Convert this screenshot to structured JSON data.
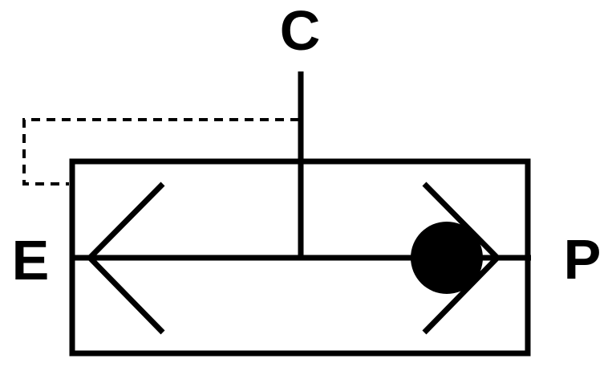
{
  "diagram": {
    "type": "pneumatic-valve-schematic",
    "component": "quick-exhaust-valve-symbol",
    "ports": {
      "control": {
        "label": "C",
        "position": "top"
      },
      "exhaust": {
        "label": "E",
        "position": "left"
      },
      "pressure": {
        "label": "P",
        "position": "right"
      }
    },
    "elements": {
      "valve_body": "rectangular-enclosure",
      "pilot_line": "dashed-pilot-connection-from-control-line-to-body",
      "check_valve": "ball-seated-in-right-chevron",
      "exhaust_arrow": "left-pointing-chevron"
    },
    "icons": [
      {
        "name": "check-valve-ball-icon",
        "shape": "filled-circle"
      },
      {
        "name": "exhaust-arrow-icon",
        "shape": "left-chevron"
      },
      {
        "name": "check-seat-icon",
        "shape": "right-chevron"
      }
    ]
  },
  "colors": {
    "line": "#000000",
    "background": "#ffffff"
  }
}
